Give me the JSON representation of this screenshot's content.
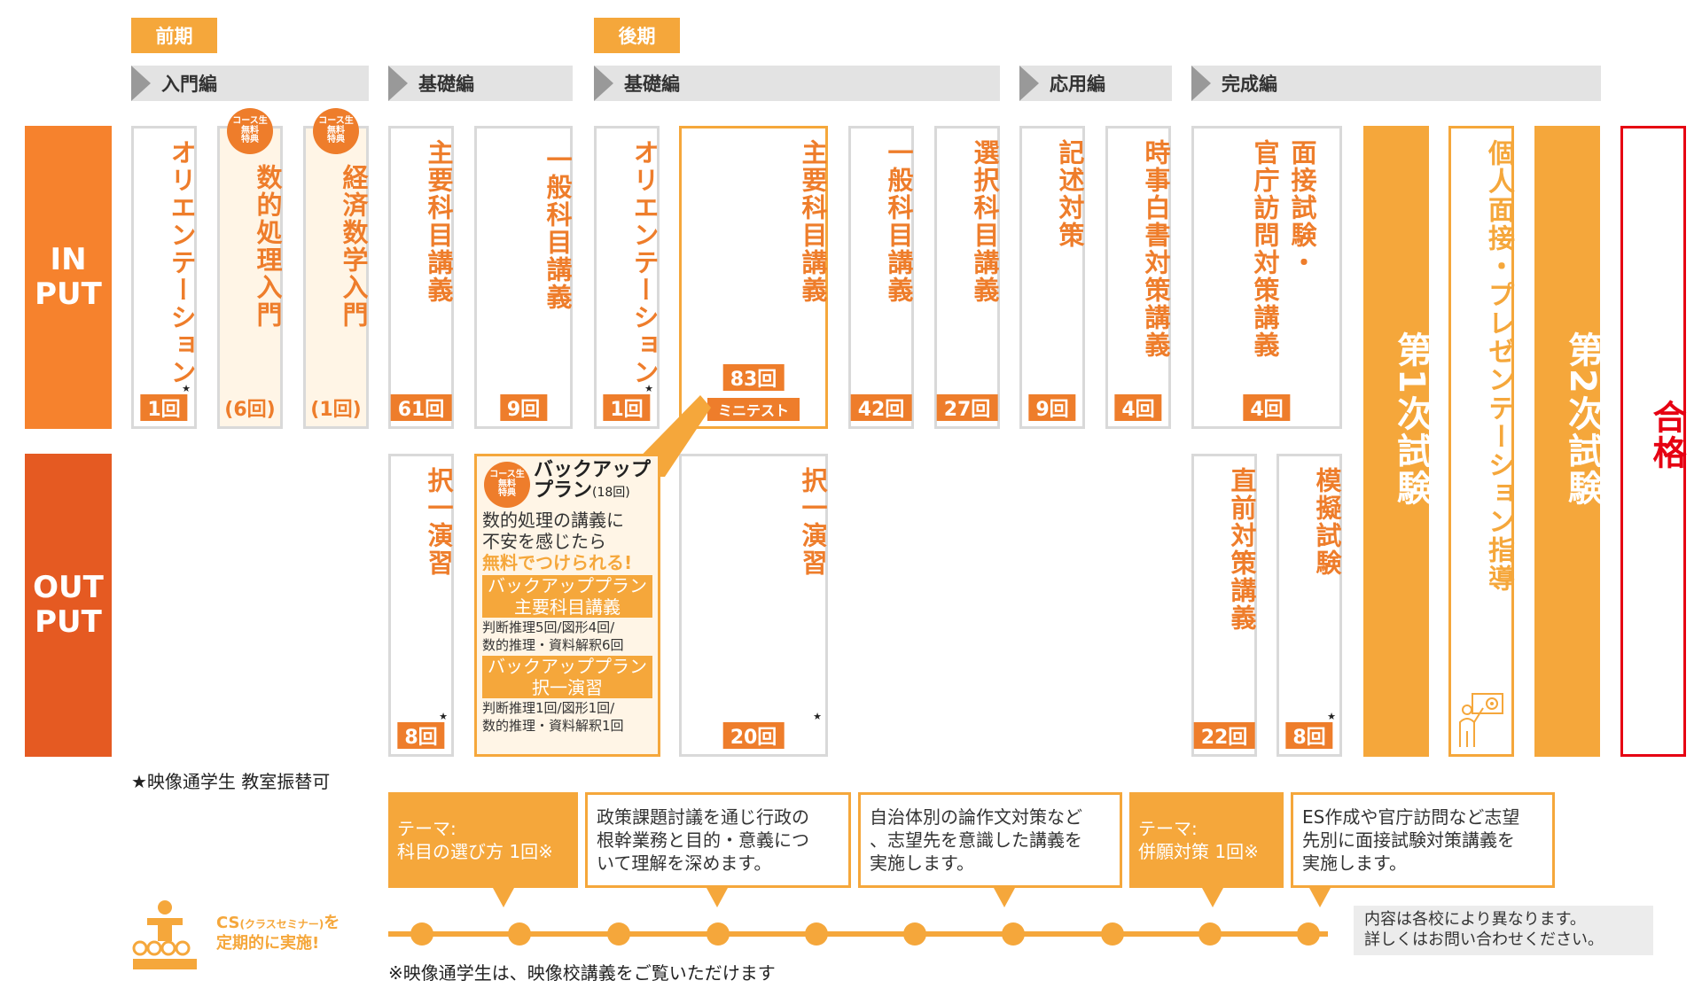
{
  "terms": {
    "first": "前期",
    "second": "後期"
  },
  "phases": [
    "入門編",
    "基礎編",
    "基礎編",
    "応用編",
    "完成編"
  ],
  "row_labels": {
    "input": "IN\nPUT",
    "output": "OUT\nPUT"
  },
  "badge_text": "コース生\n無料\n特典",
  "input": [
    {
      "title": "オリエンテーション",
      "count": "1回"
    },
    {
      "title": "数的処理入門",
      "count": "(6回)"
    },
    {
      "title": "経済数学入門",
      "count": "(1回)"
    },
    {
      "title": "主要科目講義",
      "count": "61回"
    },
    {
      "title": "一般科目講義",
      "count": "9回"
    },
    {
      "title": "オリエンテーション",
      "count": "1回"
    },
    {
      "title": "主要科目講義",
      "count": "83回",
      "sub": "ミニテスト"
    },
    {
      "title": "一般科目講義",
      "count": "42回"
    },
    {
      "title": "選択科目講義",
      "count": "27回"
    },
    {
      "title": "記述対策",
      "count": "9回"
    },
    {
      "title": "時事白書対策講義",
      "count": "4回"
    },
    {
      "title1": "面接試験・",
      "title2": "官庁訪問対策講義",
      "count": "4回"
    }
  ],
  "output": [
    {
      "title": "択一演習",
      "count": "8回"
    },
    {
      "title": "択一演習",
      "count": "20回"
    },
    {
      "title": "直前対策講義",
      "count": "22回"
    },
    {
      "title": "模擬試験",
      "count": "8回"
    }
  ],
  "backup": {
    "title1": "バックアップ",
    "title2": "プラン",
    "count": "(18回)",
    "desc1": "数的処理の講義に",
    "desc2": "不安を感じたら",
    "desc3": "無料でつけられる!",
    "plan1a": "バックアッププラン",
    "plan1b": "主要科目講義",
    "detail1a": "判断推理5回/図形4回/",
    "detail1b": "数的推理・資料解釈6回",
    "plan2a": "バックアッププラン",
    "plan2b": "択一演習",
    "detail2a": "判断推理1回/図形1回/",
    "detail2b": "数的推理・資料解釈1回"
  },
  "exams": {
    "first": "第1次試験",
    "interview": "個人面接・プレゼンテーション指導",
    "second": "第2次試験",
    "pass": "合格"
  },
  "star_note": "★映像通学生 教室振替可",
  "star": "★",
  "seminars": [
    {
      "line1": "テーマ:",
      "line2": "科目の選び方 1回※"
    },
    {
      "line1": "政策課題討議を通じ行政の",
      "line2": "根幹業務と目的・意義につ",
      "line3": "いて理解を深めます。"
    },
    {
      "line1": "自治体別の論作文対策など",
      "line2": "、志望先を意識した講義を",
      "line3": "実施します。"
    },
    {
      "line1": "テーマ:",
      "line2": "併願対策 1回※"
    },
    {
      "line1": "ES作成や官庁訪問など志望",
      "line2": "先別に面接試験対策講義を",
      "line3": "実施します。"
    }
  ],
  "cs_label": {
    "line1a": "CS",
    "line1b": "(クラスセミナー)",
    "line1c": "を",
    "line2": "定期的に実施!"
  },
  "note_box": {
    "line1": "内容は各校により異なります。",
    "line2": "詳しくはお問い合わせください。"
  },
  "footnote": "※映像通学生は、映像校講義をご覧いただけます",
  "colors": {
    "orange": "#f5a73b",
    "deep": "#ee7d2b",
    "dark": "#e55a22",
    "red": "#e60012",
    "gray": "#e3e3e3"
  }
}
